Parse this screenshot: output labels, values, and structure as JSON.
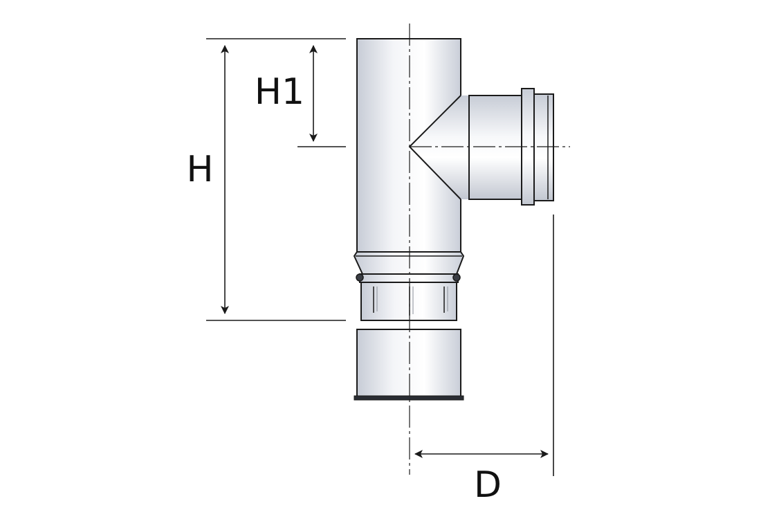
{
  "diagram": {
    "labels": {
      "h1": "H1",
      "h": "H",
      "d": "D"
    },
    "colors": {
      "stroke": "#1a1a1a",
      "pipe_light": "#ffffff",
      "pipe_mid": "#e6e9ef",
      "pipe_dark": "#c4c9d3",
      "background": "#ffffff"
    }
  }
}
